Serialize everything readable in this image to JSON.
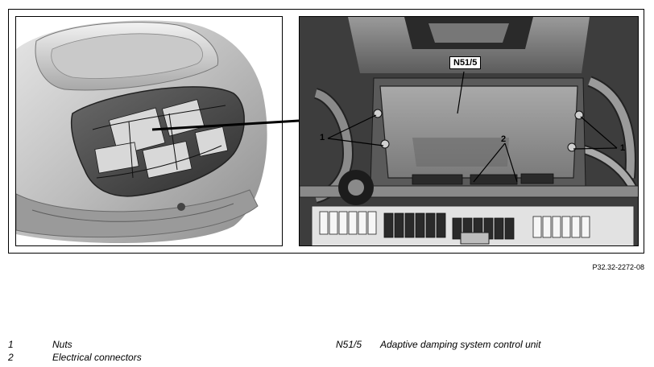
{
  "callouts": {
    "unit_label": "N51/5",
    "nuts_left": "1",
    "nuts_right": "1",
    "connectors": "2"
  },
  "figure_id": "P32.32-2272-08",
  "legend": {
    "left": [
      {
        "key": "1",
        "text": "Nuts"
      },
      {
        "key": "2",
        "text": "Electrical connectors"
      }
    ],
    "right": [
      {
        "key": "N51/5",
        "text": "Adaptive damping system control unit"
      }
    ]
  }
}
